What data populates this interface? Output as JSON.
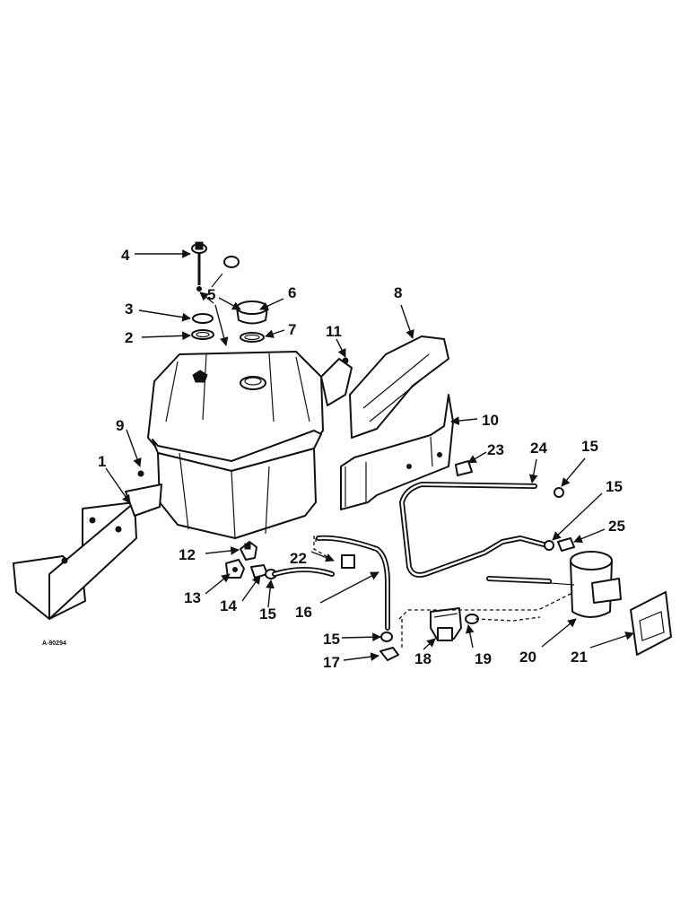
{
  "figure_id": "A-90294",
  "callouts": [
    "1",
    "2",
    "3",
    "4",
    "5",
    "6",
    "7",
    "8",
    "9",
    "10",
    "11",
    "12",
    "13",
    "14",
    "15",
    "16",
    "17",
    "18",
    "19",
    "20",
    "21",
    "22",
    "23",
    "24",
    "25"
  ],
  "callout_15": "15"
}
